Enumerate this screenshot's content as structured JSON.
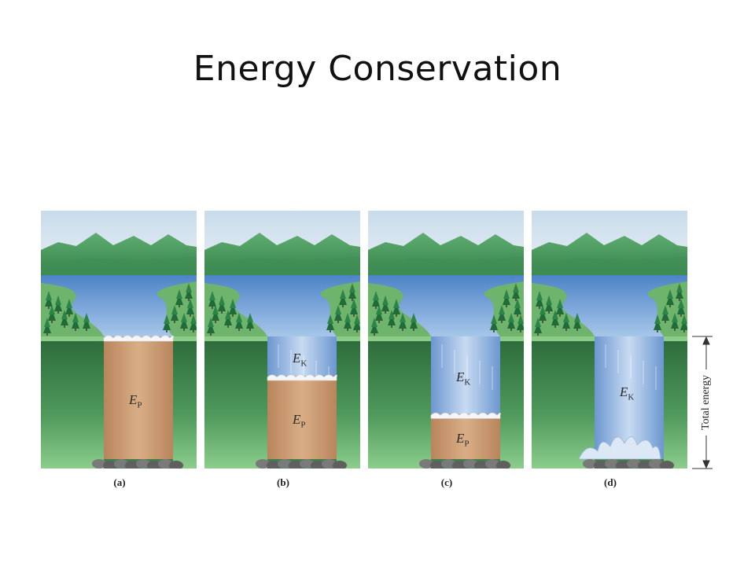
{
  "slide": {
    "title": "Energy Conservation"
  },
  "panels": [
    {
      "label": "(a)",
      "ep_fraction": 1.0,
      "labels": {
        "ep": {
          "sym": "E",
          "sub": "P"
        }
      }
    },
    {
      "label": "(b)",
      "ep_fraction": 0.68,
      "labels": {
        "ek": {
          "sym": "E",
          "sub": "K"
        },
        "ep": {
          "sym": "E",
          "sub": "P"
        }
      }
    },
    {
      "label": "(c)",
      "ep_fraction": 0.37,
      "labels": {
        "ek": {
          "sym": "E",
          "sub": "K"
        },
        "ep": {
          "sym": "E",
          "sub": "P"
        }
      }
    },
    {
      "label": "(d)",
      "ep_fraction": 0.0,
      "labels": {
        "ek": {
          "sym": "E",
          "sub": "K"
        }
      }
    }
  ],
  "total_energy": {
    "label": "Total energy"
  },
  "colors": {
    "sky_top": "#dfe9f2",
    "mountain": "#4f9a62",
    "lake": "#6e9fd6",
    "grass": "#3e8a4f",
    "cliff": "#2f6b3c",
    "potential_block": "#c99a72",
    "water_fall": "#8fb4e3",
    "rocks": "#6a6a6a"
  }
}
